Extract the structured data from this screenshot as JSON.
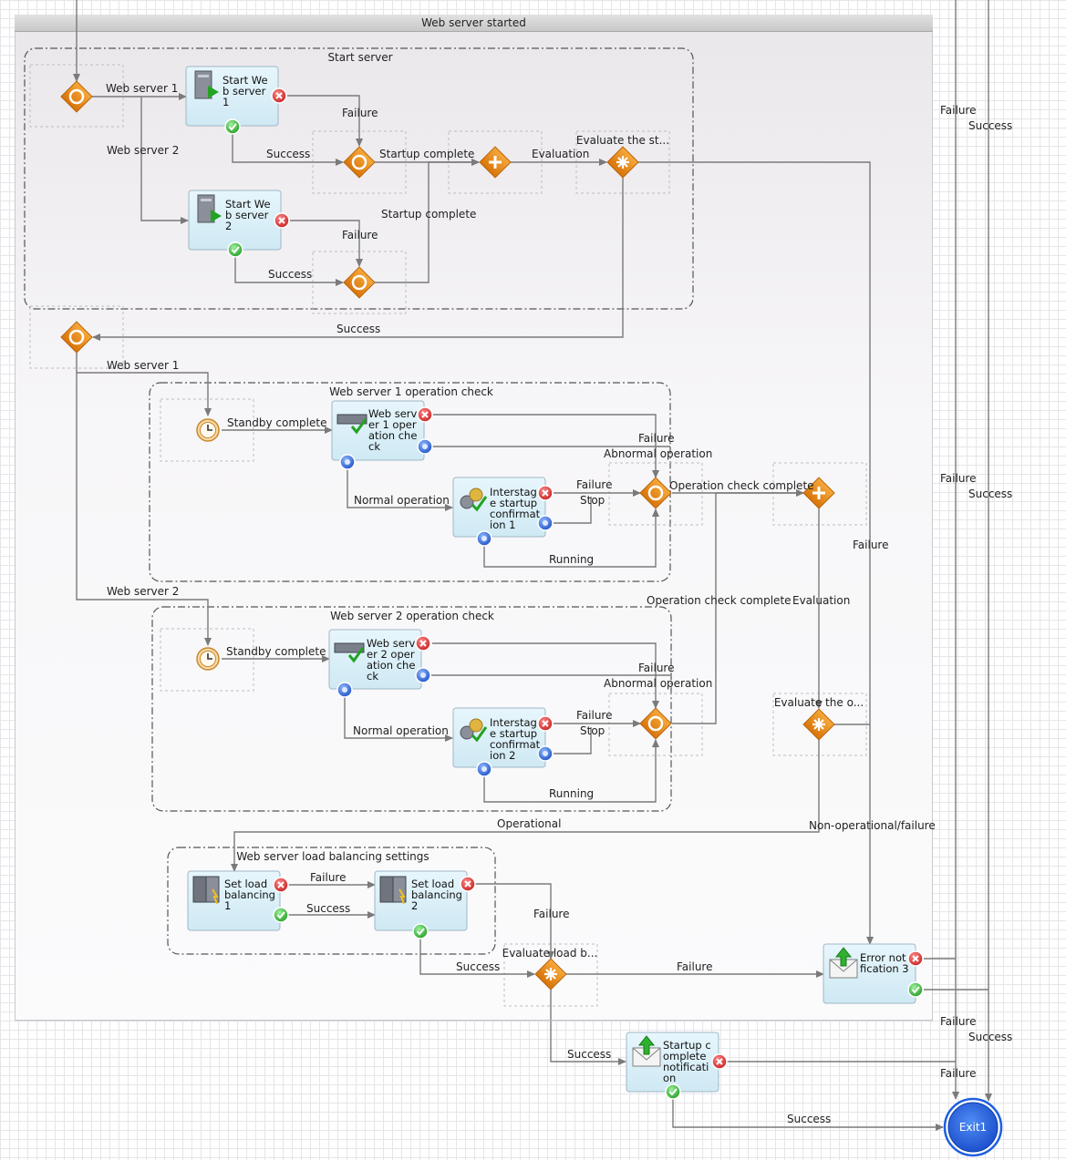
{
  "lane": {
    "title": "Web server started"
  },
  "groups": {
    "start_server": "Start server",
    "ws1_check": "Web server 1 operation check",
    "ws2_check": "Web server 2 operation check",
    "lb_settings": "Web server load balancing settings"
  },
  "tasks": {
    "start_ws1": [
      "Start We",
      "b server",
      "1"
    ],
    "start_ws2": [
      "Start We",
      "b server",
      "2"
    ],
    "ws1_op": [
      "Web serv",
      "er 1 oper",
      "ation che",
      "ck"
    ],
    "ws2_op": [
      "Web serv",
      "er 2 oper",
      "ation che",
      "ck"
    ],
    "is1": [
      "Interstag",
      "e startup",
      "confirmat",
      "ion 1"
    ],
    "is2": [
      "Interstag",
      "e startup",
      "confirmat",
      "ion 2"
    ],
    "lb1": [
      "Set load",
      "balancing",
      "1"
    ],
    "lb2": [
      "Set load",
      "balancing",
      "2"
    ],
    "err3": [
      "Error not",
      "fication 3"
    ],
    "startup_notif": [
      "Startup c",
      "omplete",
      "notificati",
      "on"
    ]
  },
  "gateway_labels": {
    "eval_start": "Evaluate the st...",
    "eval_op": "Evaluate the o...",
    "eval_lb": "Evaluate load b..."
  },
  "end": {
    "label": "Exit1"
  },
  "edge_labels": {
    "ws1": "Web server 1",
    "ws2": "Web server 2",
    "failure": "Failure",
    "success": "Success",
    "startup_complete": "Startup complete",
    "evaluation": "Evaluation",
    "standby_complete": "Standby complete",
    "normal_operation": "Normal operation",
    "abnormal_operation": "Abnormal operation",
    "stop": "Stop",
    "running": "Running",
    "operation_check_complete": "Operation check complete",
    "operational": "Operational",
    "non_operational": "Non-operational/failure"
  },
  "colors": {
    "gateway": "#e98a10",
    "task": "#dcf1f9",
    "error_port": "#d42b2b",
    "success_port": "#2aa52a",
    "info_port": "#1f5fd0",
    "end": "#1d5fe0"
  }
}
